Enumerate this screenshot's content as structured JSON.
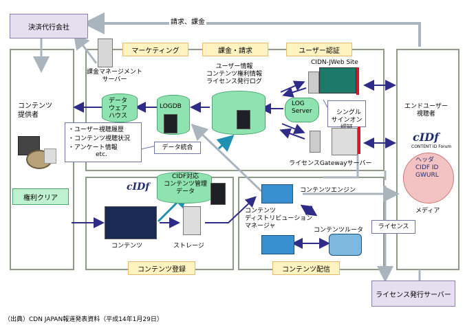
{
  "top": {
    "settlement_agent": "決済代行会社",
    "billing_label": "請求、課金"
  },
  "tags": {
    "marketing": "マーケティング",
    "billing": "課金・請求",
    "user_auth": "ユーザー認証",
    "content_registration": "コンテンツ登録",
    "content_delivery": "コンテンツ配信"
  },
  "left": {
    "provider": "コンテンツ\n提供者",
    "rights_clear": "権利クリア"
  },
  "right": {
    "end_user": "エンドユーザー\n視聴者",
    "media": "メディア",
    "header_label": "ヘッダ\nCIDF ID\nGWURL",
    "cidf_forum": "CONTENT ID Forum"
  },
  "marketing": {
    "billing_server": "課金マネージメント\nサーバー",
    "dwh": "データ\nウェア\nハウス",
    "logdb": "LOGDB",
    "data_integration": "データ統合",
    "user_info": "ユーザー情報\nコンテンツ権利情報\nライセンス発行ログ",
    "list": [
      "・ユーザー視聴履歴",
      "・コンテンツ視聴状況",
      "・アンケート情報",
      "etc."
    ]
  },
  "auth": {
    "cidn_web": "CIDN-JWeb Site",
    "log_server": "LOG\nServer",
    "sso": "シングル\nサインオン\n認証",
    "gateway": "ライセンスGatewayサーバー"
  },
  "registration": {
    "cidf_mgmt": "CIDF対応\nコンテンツ管理\nデータ",
    "content": "コンテンツ",
    "storage": "ストレージ"
  },
  "delivery": {
    "engine": "コンテンツエンジン",
    "distribution_manager": "コンテンツ\nディストリビューション\nマネージャ",
    "router": "コンテンツルータ",
    "license": "ライセンス"
  },
  "license_server": "ライセンス発行サーバー",
  "source_note": "（出典）CDN JAPAN報道発表資料（平成14年1月29日）",
  "colors": {
    "gray_arrow": "#a9b4bd",
    "blue_arrow": "#2e2c86",
    "teal_arrow": "#1f8fb2",
    "purple_box": "#e6dff0",
    "yellow_tag": "#fff3c2",
    "green_cyl": "#8fe3b0"
  }
}
